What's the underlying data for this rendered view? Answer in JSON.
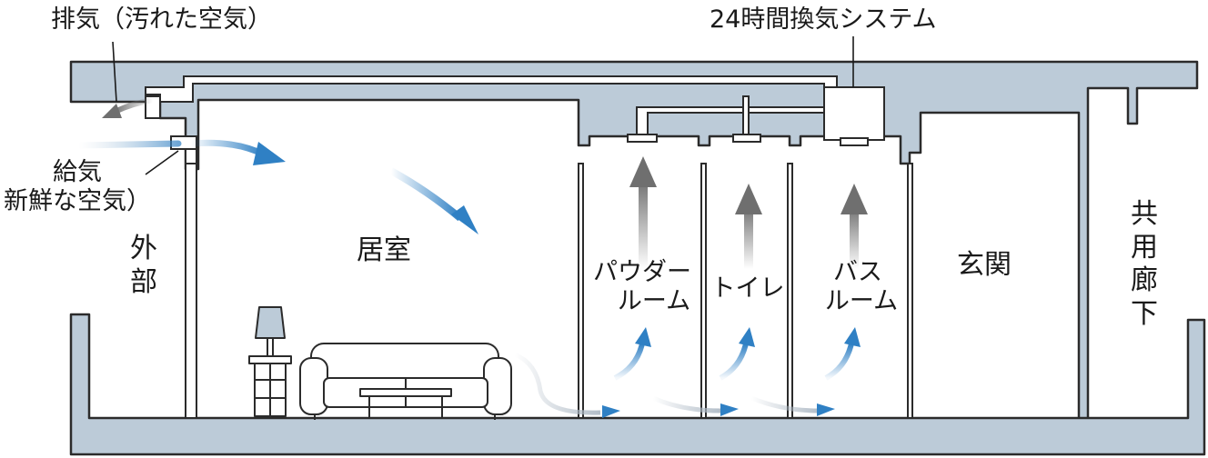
{
  "labels": {
    "exhaust": "排気（汚れた空気）",
    "system": "24時間換気システム",
    "supply_line1": "給気",
    "supply_line2": "新鮮な空気）",
    "outside": "外部",
    "living_room": "居室",
    "powder_room_line1": "パウダー",
    "powder_room_line2": "ルーム",
    "toilet": "トイレ",
    "bath_room_line1": "バス",
    "bath_room_line2": "ルーム",
    "entrance": "玄関",
    "corridor": "共用廊下"
  },
  "colors": {
    "structure": "#bccbd8",
    "outline": "#2b2b2b",
    "blue_arrow": "#2f80c4",
    "gray_arrow": "#6f6f6f"
  }
}
